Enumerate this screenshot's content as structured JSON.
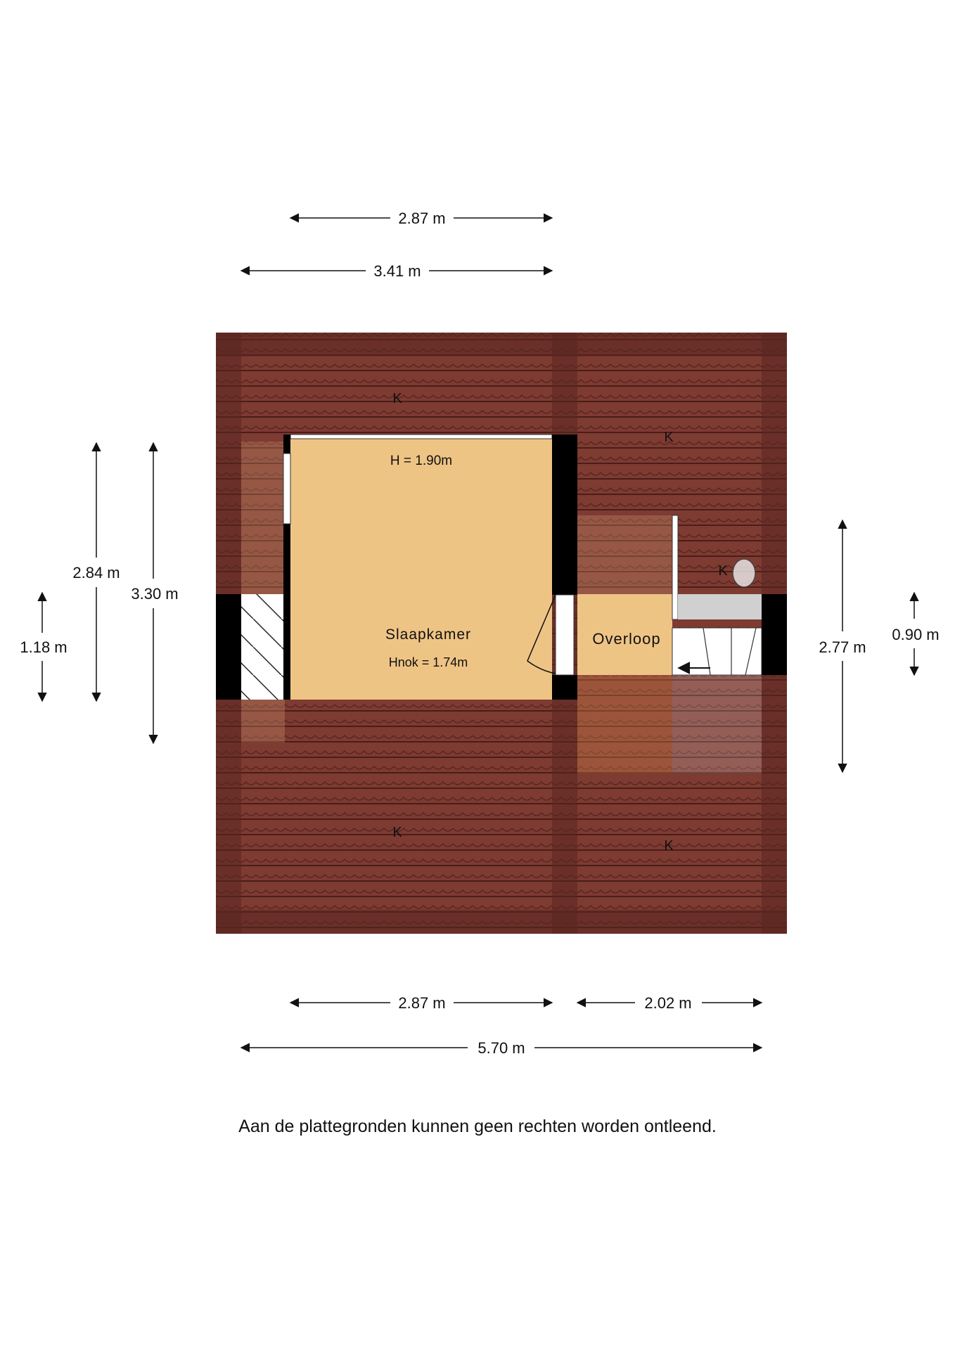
{
  "colors": {
    "roof": "#7d3b32",
    "roof_dark": "#5a2620",
    "roof_line": "#4a1d18",
    "room_fill": "#eec485",
    "wall": "#000000",
    "background": "#ffffff"
  },
  "rooms": {
    "bedroom": {
      "name": "Slaapkamer",
      "ceiling": "Hnok = 1.74m",
      "height_label": "H = 1.90m"
    },
    "landing": {
      "name": "Overloop"
    }
  },
  "roof_labels": [
    "K",
    "K",
    "K",
    "K",
    "K"
  ],
  "dimensions": {
    "top_inner": "2.87 m",
    "top_outer": "3.41 m",
    "bottom_left": "2.87 m",
    "bottom_right": "2.02 m",
    "bottom_total": "5.70 m",
    "left_small": "1.18 m",
    "left_mid": "2.84 m",
    "left_large": "3.30 m",
    "right_large": "2.77 m",
    "right_small": "0.90 m"
  },
  "disclaimer": "Aan de plattegronden kunnen geen rechten worden ontleend."
}
